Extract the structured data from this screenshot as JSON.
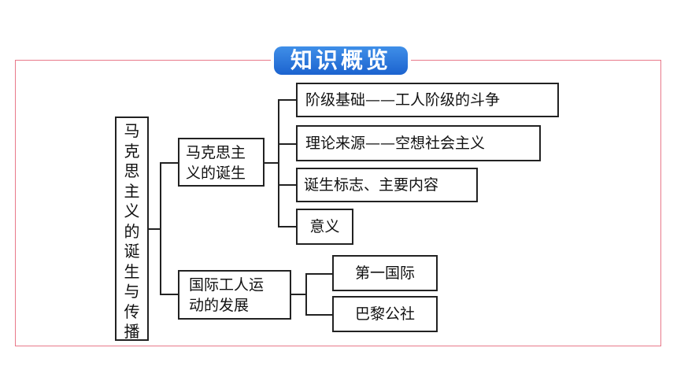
{
  "section_badge": "知识概览",
  "root": {
    "chars": [
      "马",
      "克",
      "思",
      "主",
      "义",
      "的",
      "诞",
      "生",
      "与",
      "传",
      "播"
    ]
  },
  "branch1": {
    "line1": "马克思主",
    "line2": "义的诞生",
    "leaves": [
      "阶级基础——工人阶级的斗争",
      "理论来源——空想社会主义",
      "诞生标志、主要内容",
      "意义"
    ]
  },
  "branch2": {
    "line1": "国际工人运",
    "line2": "动的发展",
    "leaves": [
      "第一国际",
      "巴黎公社"
    ]
  }
}
